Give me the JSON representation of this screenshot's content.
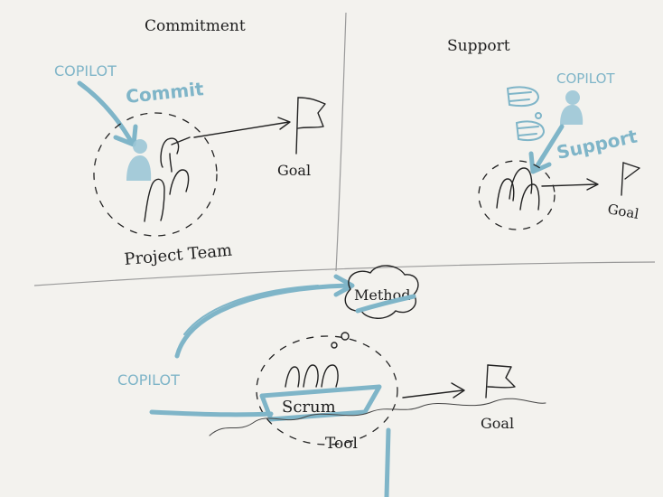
{
  "quadrants": {
    "commitment": {
      "title": "Commitment",
      "copilot": "COPILOT",
      "action": "Commit",
      "goal": "Goal",
      "team": "Project Team"
    },
    "support": {
      "title": "Support",
      "copilot": "COPILOT",
      "action": "Support",
      "goal": "Goal"
    },
    "bottom": {
      "copilot": "COPILOT",
      "method": "Method",
      "boat": "Scrum",
      "tool": "Tool",
      "goal": "Goal"
    }
  },
  "colors": {
    "ink": "#222222",
    "accent": "#7fb5c8",
    "background": "#f3f2ee"
  }
}
